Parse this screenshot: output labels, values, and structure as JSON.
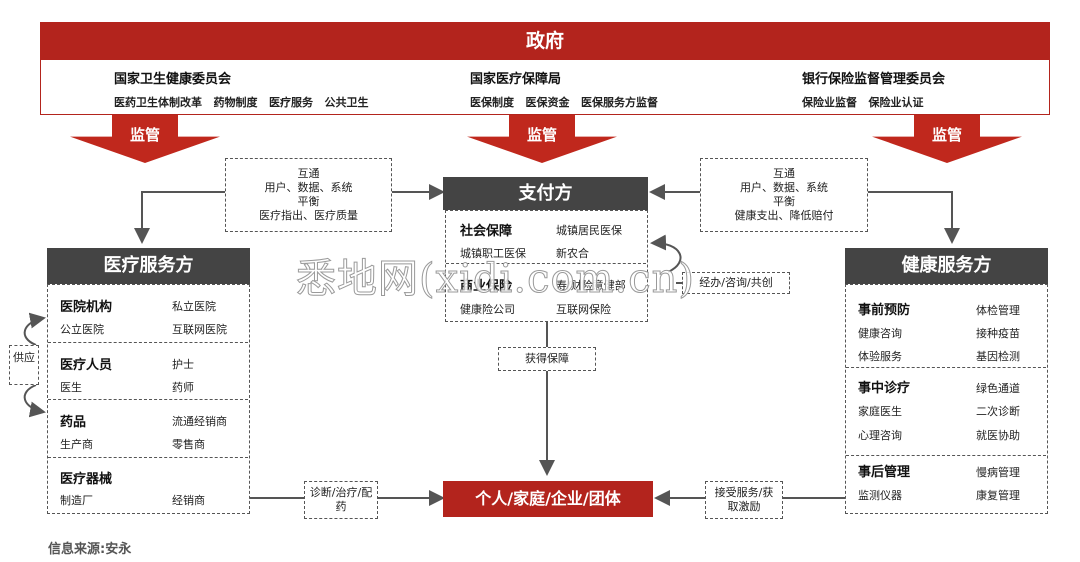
{
  "government": {
    "title": "政府",
    "orgs": [
      {
        "name": "国家卫生健康委员会",
        "items": [
          "医药卫生体制改革",
          "药物制度",
          "医疗服务",
          "公共卫生"
        ]
      },
      {
        "name": "国家医疗保障局",
        "items": [
          "医保制度",
          "医保资金",
          "医保服务方监督"
        ]
      },
      {
        "name": "银行保险监督管理委员会",
        "items": [
          "保险业监督",
          "保险业认证"
        ]
      }
    ],
    "supervise_label": "监管"
  },
  "payer": {
    "title": "支付方",
    "social": {
      "label": "社会保障",
      "items": [
        "城镇居民医保",
        "城镇职工医保",
        "新农合"
      ]
    },
    "commercial": {
      "label": "商业保险",
      "items": [
        "寿/财险意健部",
        "健康险公司",
        "互联网保险"
      ]
    }
  },
  "left_exchange": [
    "互通",
    "用户、数据、系统",
    "平衡",
    "医疗指出、医疗质量"
  ],
  "right_exchange": [
    "互通",
    "用户、数据、系统",
    "平衡",
    "健康支出、降低赔付"
  ],
  "medical": {
    "title": "医疗服务方",
    "groups": [
      {
        "label": "医院机构",
        "items": [
          "私立医院",
          "公立医院",
          "互联网医院"
        ]
      },
      {
        "label": "医疗人员",
        "items": [
          "护士",
          "医生",
          "药师"
        ]
      },
      {
        "label": "药品",
        "items": [
          "流通经销商",
          "生产商",
          "零售商"
        ]
      },
      {
        "label": "医疗器械",
        "items": [
          "制造厂",
          "经销商"
        ]
      }
    ],
    "supply_label": "供应"
  },
  "health": {
    "title": "健康服务方",
    "groups": [
      {
        "label": "事前预防",
        "items": [
          "体检管理",
          "健康咨询",
          "接种疫苗",
          "体验服务",
          "基因检测"
        ]
      },
      {
        "label": "事中诊疗",
        "items": [
          "绿色通道",
          "家庭医生",
          "二次诊断",
          "心理咨询",
          "就医协助"
        ]
      },
      {
        "label": "事后管理",
        "items": [
          "慢病管理",
          "监测仪器",
          "康复管理"
        ]
      }
    ]
  },
  "center_labels": {
    "coop": "经办/咨询/共创",
    "get_protection": "获得保障",
    "diagnosis": "诊断/治疗/配药",
    "receive": "接受服务/获取激励"
  },
  "individual": "个人/家庭/企业/团体",
  "watermark": "悉地网(xidi.com.cn)",
  "source": "信息来源:安永"
}
